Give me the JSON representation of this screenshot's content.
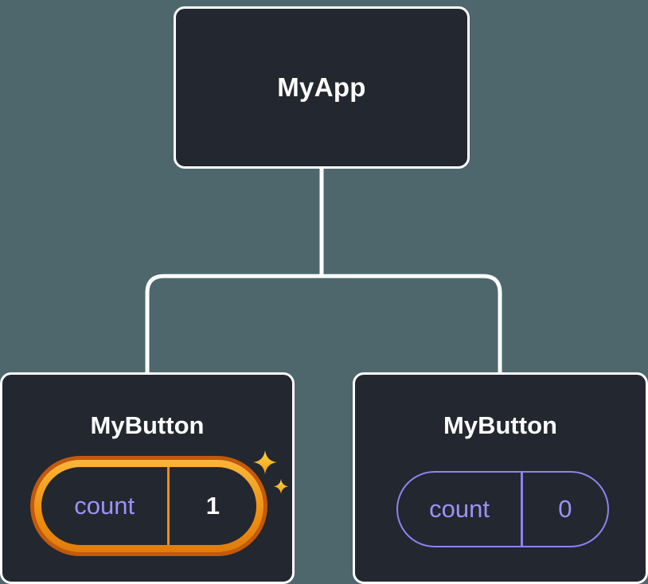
{
  "tree": {
    "root": {
      "label": "MyApp"
    },
    "children": [
      {
        "label": "MyButton",
        "state": {
          "key": "count",
          "value": "1"
        },
        "highlighted": true
      },
      {
        "label": "MyButton",
        "state": {
          "key": "count",
          "value": "0"
        },
        "highlighted": false
      }
    ]
  },
  "colors": {
    "background": "#4d676d",
    "node_fill": "#23272f",
    "node_border": "#ffffff",
    "lavender": "#9c92f8",
    "highlight_orange": "#ef8f10",
    "highlight_orange_dark": "#c2590c",
    "sparkle_gold": "#fbbf24",
    "text_white": "#ffffff"
  }
}
